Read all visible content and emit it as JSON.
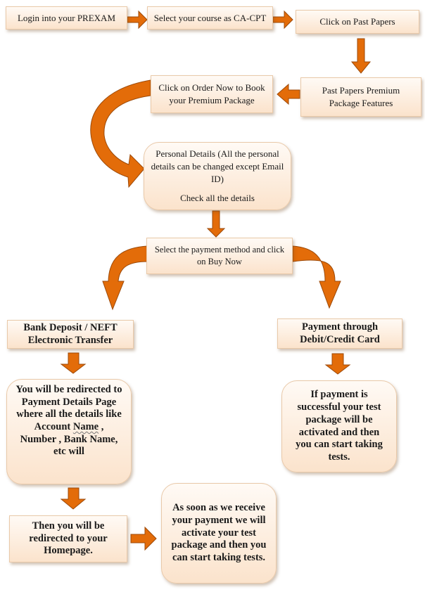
{
  "colors": {
    "arrow": "#e36c09",
    "arrow_stroke": "#9c4a0a",
    "box_top": "#fffaf5",
    "box_bottom": "#fbe3cc"
  },
  "steps": {
    "login": "Login into your PREXAM",
    "select_course": "Select your course as CA-CPT",
    "past_papers": "Click on Past Papers",
    "package_features": "Past Papers Premium Package Features",
    "order_now": "Click on Order Now to Book your Premium Package",
    "personal_details": "Personal Details (All the personal details can be changed except Email ID)",
    "check_details": "Check all the details",
    "payment_method": "Select the payment method and click on Buy Now"
  },
  "bank_branch": {
    "title": "Bank Deposit / NEFT Electronic Transfer",
    "redirect_line1": "You will be redirected to Payment Details Page where all the details like Account",
    "redirect_name": "Name",
    "redirect_line2": ", Number , Bank Name, etc will",
    "homepage": "Then you will be redirected to your Homepage.",
    "activation": "As soon as we receive your payment we will activate your test package and then you can start taking tests."
  },
  "card_branch": {
    "title": "Payment through Debit/Credit Card",
    "success": "If payment is successful your test package will be activated and then you can start taking tests."
  }
}
